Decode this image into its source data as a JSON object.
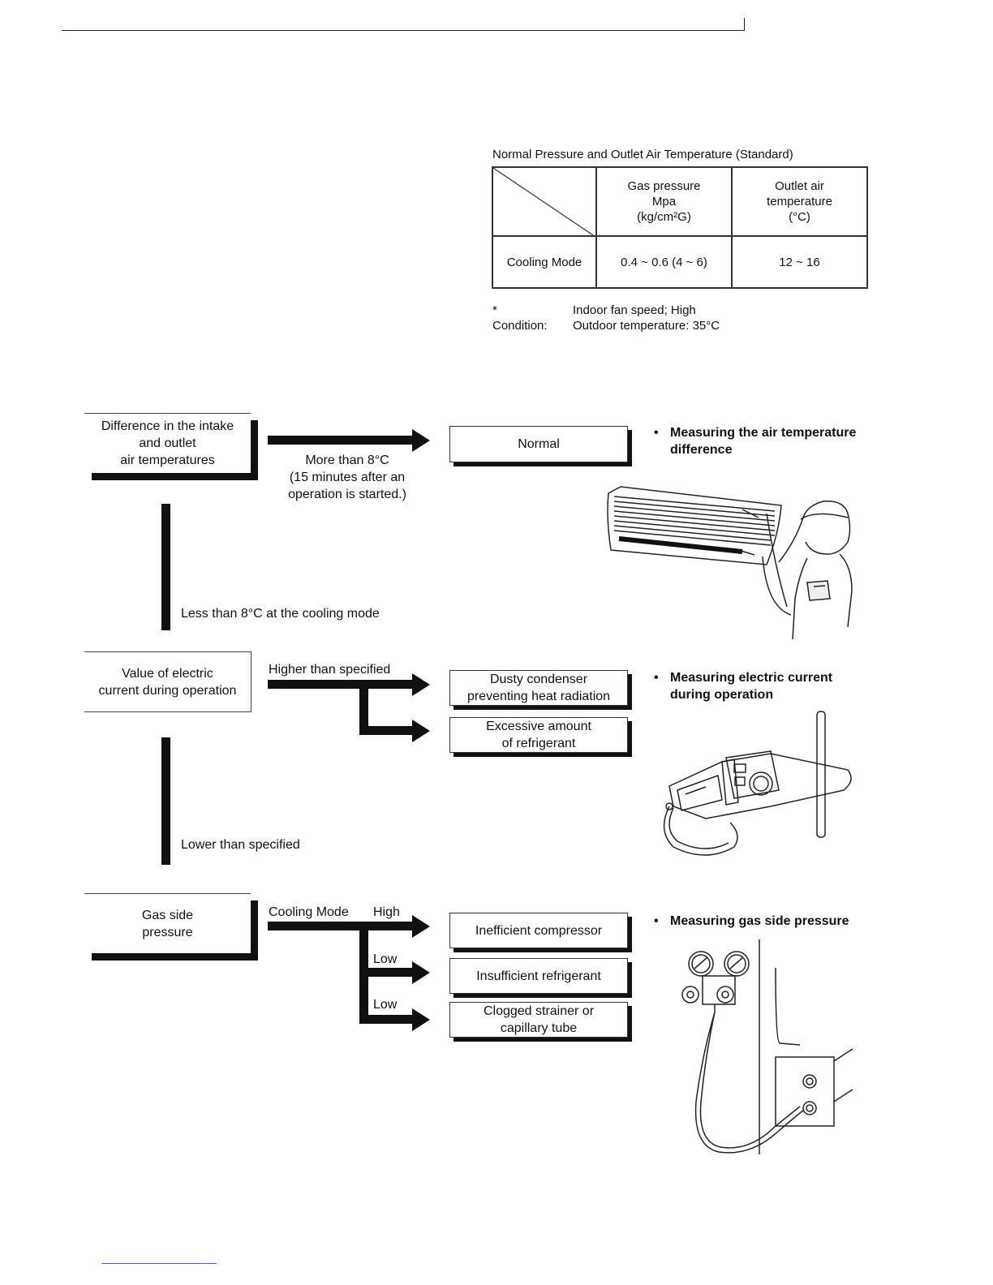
{
  "table": {
    "caption": "Normal Pressure and Outlet Air Temperature (Standard)",
    "col_gas": [
      "Gas pressure",
      "Mpa",
      "(kg/cm²G)"
    ],
    "col_outlet": [
      "Outlet air",
      "temperature",
      "(°C)"
    ],
    "row_label": "Cooling Mode",
    "gas_value": "0.4 ~ 0.6 (4 ~ 6)",
    "outlet_value": "12 ~ 16"
  },
  "condition": {
    "label": "* Condition:",
    "line1": "Indoor fan speed; High",
    "line2": "Outdoor temperature: 35°C"
  },
  "step1": {
    "box": [
      "Difference in the intake",
      "and outlet",
      "air temperatures"
    ],
    "arrow_label": [
      "More than 8°C",
      "(15 minutes after an",
      "operation is started.)"
    ],
    "result": "Normal",
    "down_label": "Less than 8°C at the cooling mode",
    "bullet": [
      "Measuring the air temperature",
      "difference"
    ]
  },
  "step2": {
    "box": [
      "Value of electric",
      "current during operation"
    ],
    "arrow_label": "Higher than specified",
    "results": [
      [
        "Dusty condenser",
        "preventing heat radiation"
      ],
      [
        "Excessive amount",
        "of refrigerant"
      ]
    ],
    "down_label": "Lower than specified",
    "bullet": [
      "Measuring electric current",
      "during operation"
    ]
  },
  "step3": {
    "box": [
      "Gas side",
      "pressure"
    ],
    "mode_label": "Cooling Mode",
    "high_label": "High",
    "low_label_1": "Low",
    "low_label_2": "Low",
    "results": [
      [
        "Inefficient compressor"
      ],
      [
        "Insufficient refrigerant"
      ],
      [
        "Clogged strainer or",
        "capillary tube"
      ]
    ],
    "bullet": [
      "Measuring gas side pressure"
    ]
  },
  "bullet_symbol": "•",
  "illustrations": [
    "technician-measuring-indoor-unit",
    "clamp-meter-on-wire",
    "gauge-manifold-on-outdoor-unit"
  ]
}
